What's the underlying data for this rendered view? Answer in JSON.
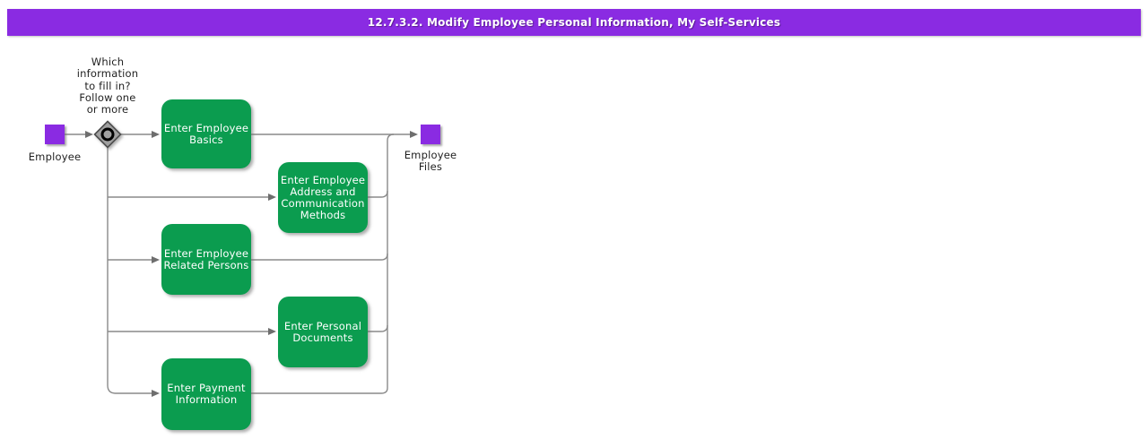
{
  "title": "12.7.3.2. Modify Employee Personal Information, My Self-Services",
  "colors": {
    "title_bar": "#8A2BE2",
    "node": "#8A2BE2",
    "activity": "#0B9C4F",
    "activity_text": "#FFFFFF",
    "line": "#8A8A8A",
    "arrow": "#6E6E6E",
    "text": "#1F1F1F",
    "decision_fill": "#A0A0A0",
    "decision_border": "#4D4D4D",
    "decision_ring": "#000000"
  },
  "start_node": {
    "label": "Employee"
  },
  "end_node": {
    "label": "Employee\nFiles"
  },
  "decision": {
    "question": "Which\ninformation\nto fill in?\nFollow one\nor more"
  },
  "activities": [
    {
      "label": "Enter Employee\nBasics"
    },
    {
      "label": "Enter Employee\nAddress and\nCommunication\nMethods"
    },
    {
      "label": "Enter Employee\nRelated Persons"
    },
    {
      "label": "Enter Personal\nDocuments"
    },
    {
      "label": "Enter Payment\nInformation"
    }
  ]
}
